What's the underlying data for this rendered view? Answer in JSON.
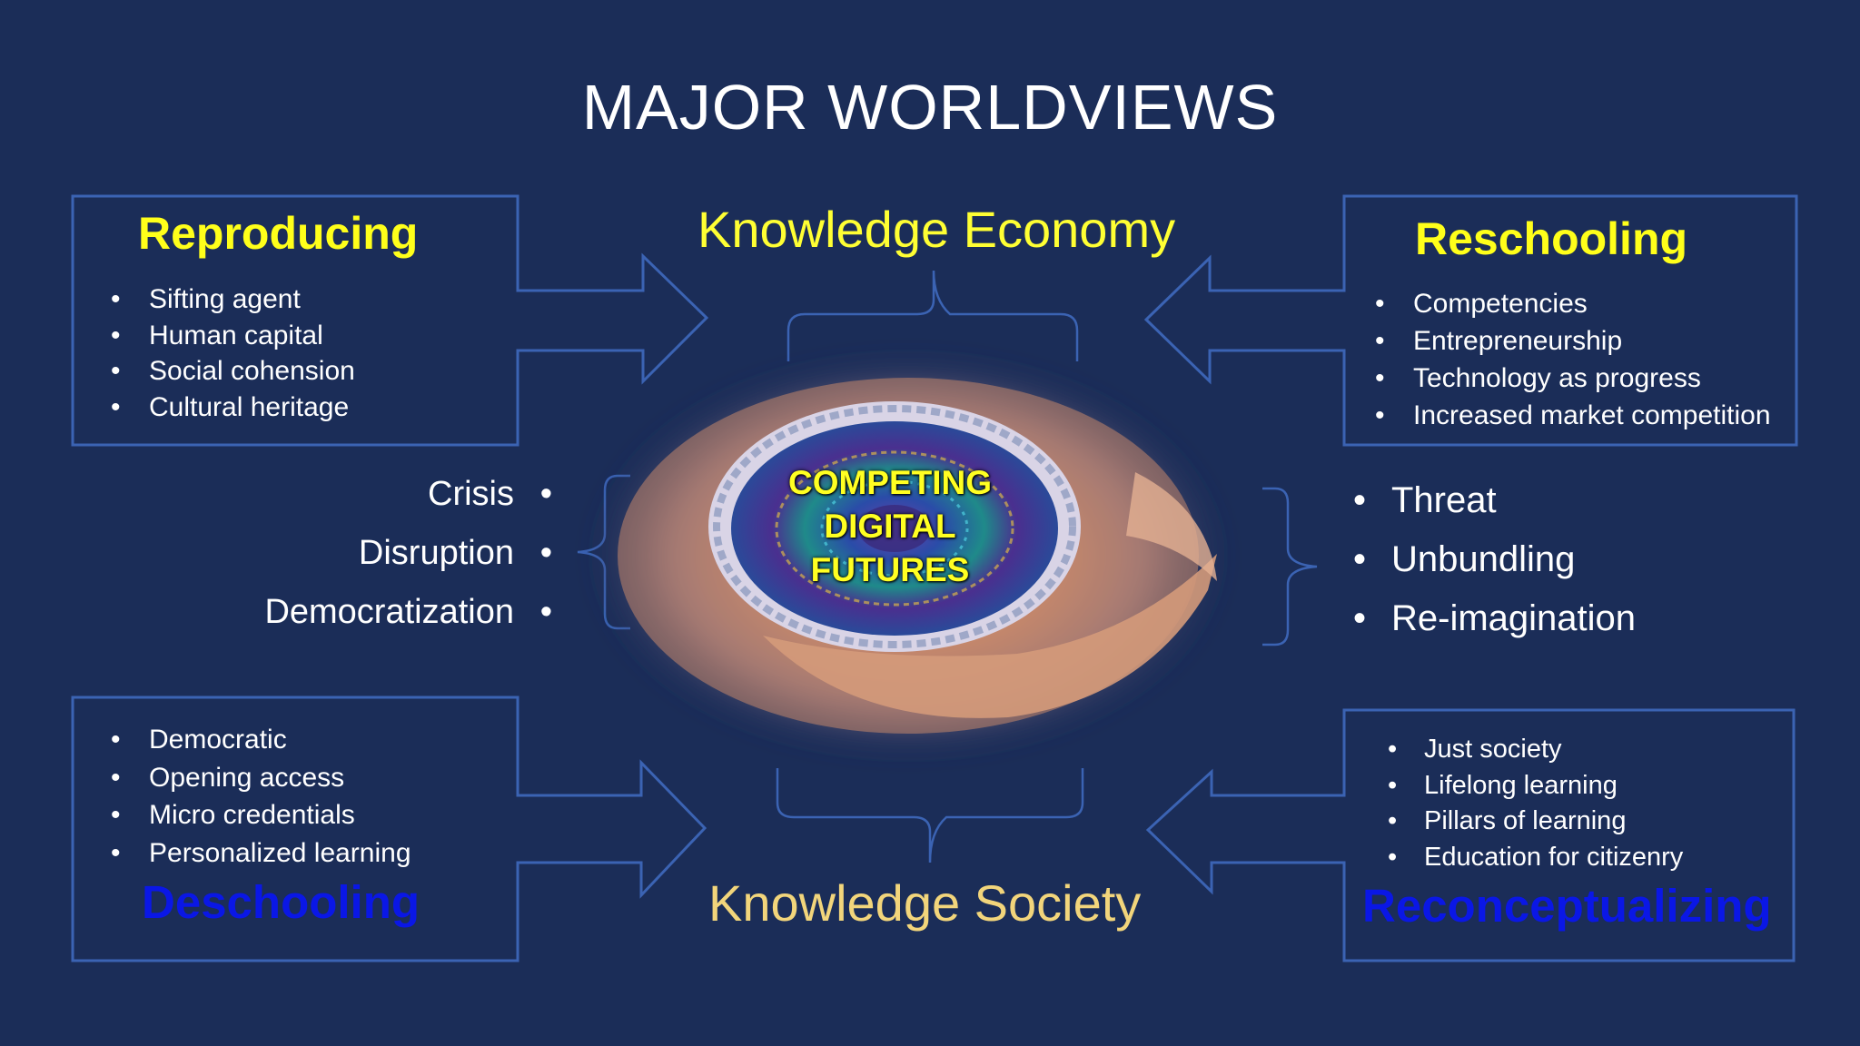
{
  "title": "MAJOR WORLDVIEWS",
  "center": {
    "top_label": "Knowledge Economy",
    "bottom_label": "Knowledge Society",
    "image_text": [
      "COMPETING",
      "DIGITAL",
      "FUTURES"
    ]
  },
  "quadrants": {
    "top_left": {
      "heading": "Reproducing",
      "items": [
        "Sifting agent",
        "Human capital",
        "Social cohension",
        "Cultural heritage"
      ]
    },
    "top_right": {
      "heading": "Reschooling",
      "items": [
        "Competencies",
        "Entrepreneurship",
        "Technology as progress",
        "Increased market competition"
      ]
    },
    "bottom_left": {
      "heading": "Deschooling",
      "items": [
        "Democratic",
        "Opening access",
        "Micro credentials",
        "Personalized learning"
      ]
    },
    "bottom_right": {
      "heading": "Reconceptualizing",
      "items": [
        "Just society",
        "Lifelong learning",
        "Pillars of learning",
        "Education for citizenry"
      ]
    }
  },
  "middle_left": [
    "Crisis",
    "Disruption",
    "Democratization"
  ],
  "middle_right": [
    "Threat",
    "Unbundling",
    "Re-imagination"
  ],
  "colors": {
    "background": "#1b2d58",
    "outline": "#3b63b3",
    "yellow_heading": "#ffff1a",
    "blue_heading": "#0a17e6",
    "society_label": "#f2d57b"
  }
}
